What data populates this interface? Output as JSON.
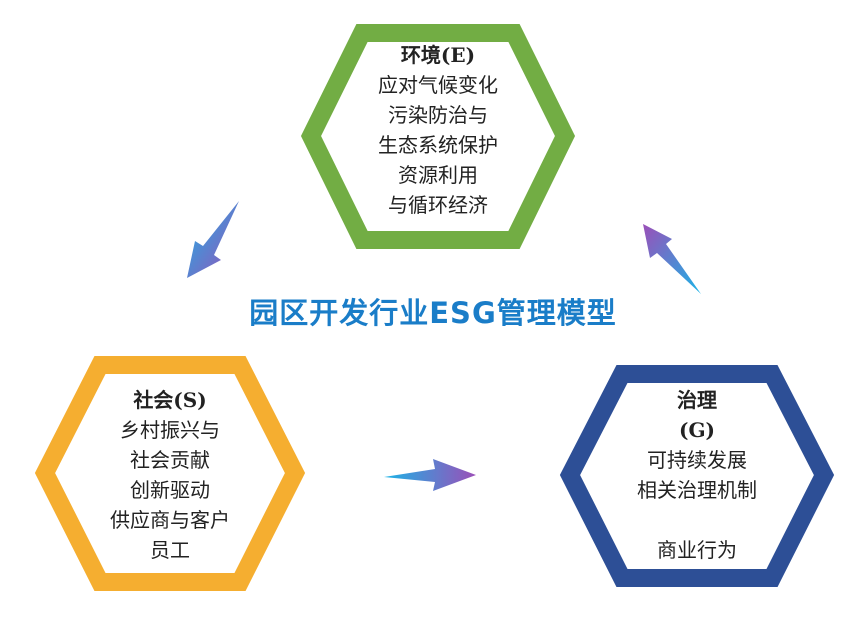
{
  "title": "园区开发行业ESG管理模型",
  "colors": {
    "environment": "#72ad44",
    "social": "#f5ae30",
    "governance": "#2d4f96",
    "title": "#1a7dc8"
  },
  "environment": {
    "title": "环境(E)",
    "items": [
      "应对气候变化",
      "污染防治与",
      "生态系统保护",
      "资源利用",
      "与循环经济"
    ]
  },
  "social": {
    "title": "社会(S)",
    "items": [
      "乡村振兴与",
      "社会贡献",
      "创新驱动",
      "供应商与客户",
      "员工"
    ]
  },
  "governance": {
    "title": "治理",
    "subtitle": "(G)",
    "items": [
      "可持续发展",
      "相关治理机制",
      "商业行为"
    ]
  }
}
